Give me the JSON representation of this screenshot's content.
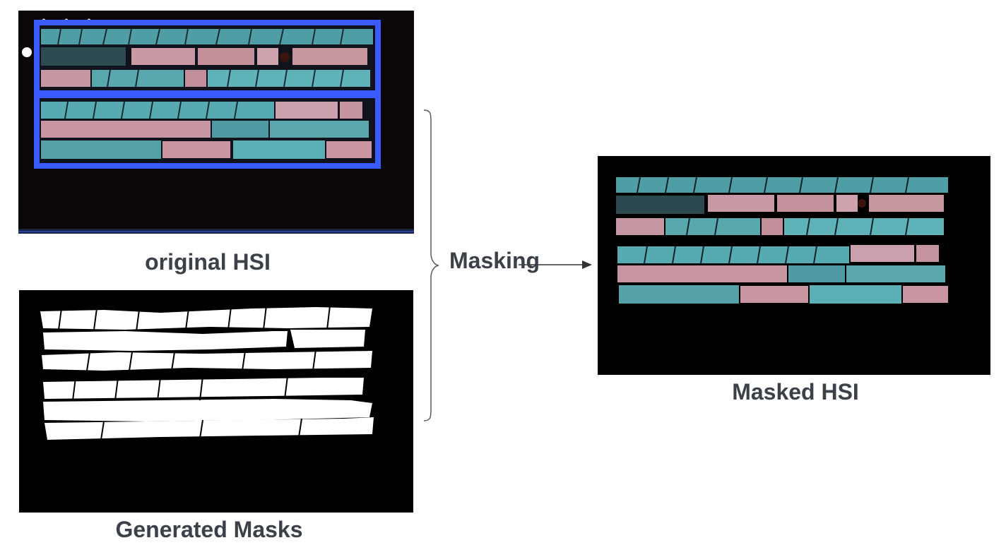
{
  "captions": {
    "original": "original HSI",
    "masks": "Generated Masks",
    "masked": "Masked HSI"
  },
  "process": {
    "label": "Masking"
  },
  "colors": {
    "text": "#3b4049",
    "tray_frame": "#3a5cff",
    "rock_cyan": "#5fb7bd",
    "rock_pink": "#c99aa6",
    "mask_white": "#ffffff",
    "background_black": "#000000"
  },
  "icons": {
    "bracket": "curly-brace-icon",
    "arrow": "right-arrow-icon"
  }
}
